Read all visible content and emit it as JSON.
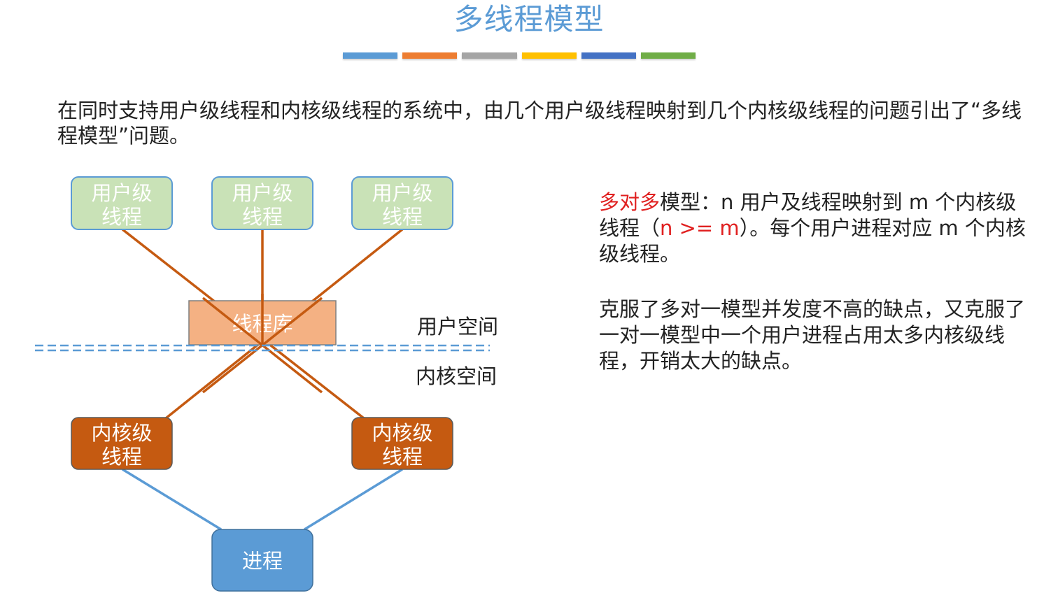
{
  "title": "多线程模型",
  "color_bar": [
    "#5b9bd5",
    "#ed7d31",
    "#a5a5a5",
    "#ffc000",
    "#4472c4",
    "#70ad47"
  ],
  "intro": "在同时支持用户级线程和内核级线程的系统中，由几个用户级线程映射到几个内核级线程的问题引出了“多线程模型”问题。",
  "diagram": {
    "user_threads": [
      {
        "line1": "用户级",
        "line2": "线程"
      },
      {
        "line1": "用户级",
        "line2": "线程"
      },
      {
        "line1": "用户级",
        "line2": "线程"
      }
    ],
    "library": "线程库",
    "user_space": "用户空间",
    "kernel_space": "内核空间",
    "kernel_threads": [
      {
        "line1": "内核级",
        "line2": "线程"
      },
      {
        "line1": "内核级",
        "line2": "线程"
      }
    ],
    "process": "进程",
    "colors": {
      "user_fill": "#c9e2b7",
      "user_stroke": "#5b9bd5",
      "library_fill": "#f4b183",
      "kernel_fill": "#c55a11",
      "process_fill": "#5b9bd5",
      "orange_line": "#c55a11",
      "blue_line": "#5b9bd5"
    }
  },
  "side": {
    "p1": {
      "highlight": "多对多",
      "part1": "模型：n 用户及线程映射到 m 个内核级线程（",
      "highlight2": "n >= m",
      "part2": "）。每个用户进程对应 m 个内核级线程。"
    },
    "p2": "克服了多对一模型并发度不高的缺点，又克服了一对一模型中一个用户进程占用太多内核级线程，开销太大的缺点。"
  }
}
